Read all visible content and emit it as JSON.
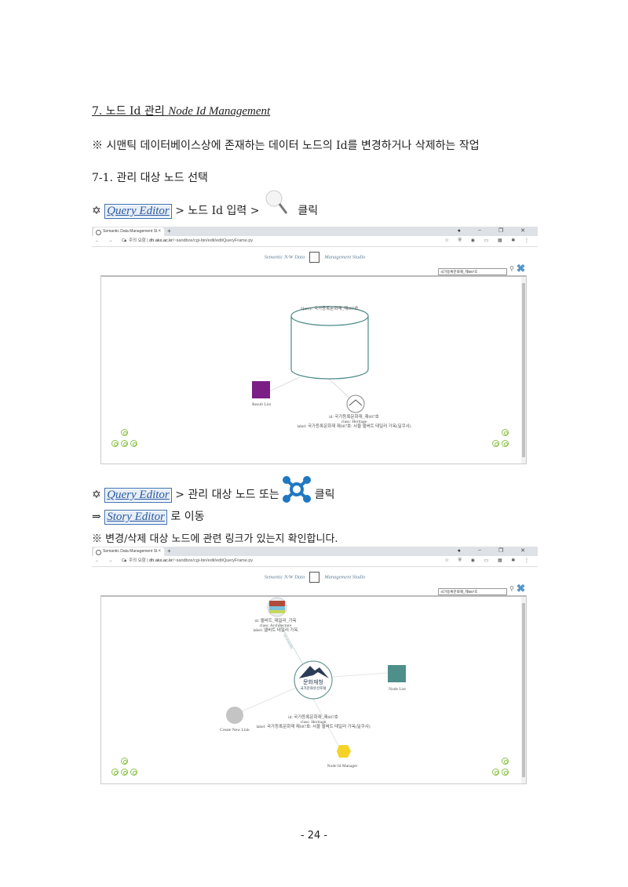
{
  "section": {
    "number_title": "7. 노드 Id 관리",
    "english_title": "Node Id Management",
    "note": "※ 시맨틱 데이터베이스상에 존재하는 데이터 노드의 Id를 변경하거나 삭제하는 작업",
    "sub_heading": "7-1. 관리 대상 노드 선택"
  },
  "step1": {
    "bullet": "✡",
    "button": "Query Editor",
    "text_a": "> 노드 Id 입력 >",
    "text_b": "클릭",
    "icon": "magnifier-icon"
  },
  "step2": {
    "bullet": "✡",
    "button": "Query Editor",
    "text_a": "> 관리 대상 노드 또는",
    "text_b": "클릭",
    "icon": "graph-network-icon"
  },
  "step3": {
    "arrow": "⇒",
    "button": "Story Editor",
    "text": "로 이동"
  },
  "note2": "※ 변경/삭제 대상 노드에 관련 링크가 있는지 확인합니다.",
  "browser": {
    "tab_title": "Semantic Data Management St",
    "tab_close": "×",
    "new_tab": "+",
    "window_controls": "● − ❐ ✕",
    "nav": "← → C",
    "security": "▲ 주의 요함 |",
    "url_host": "dh.aks.ac.kr",
    "url_path": "/~sandbox/cgi-bin/edit/editQueryFrame.py",
    "extensions": "☆ ⛨ ◉ ▭ ▦ ✱ ⋮"
  },
  "studio": {
    "title_left": "Semantic N/W Data",
    "title_right": "Management Studio",
    "search_value": "국가등록문화재_제687호"
  },
  "screen1": {
    "query_label": "Query: 국가등록문화재_제687호",
    "result_list": "Result List",
    "node_id": "id: 국가등록문화재_제687호",
    "node_class": "class: Heritage",
    "node_label": "label: 국가등록문화재 제687호: 서울 앨버트 테일러 가옥(딜쿠샤)",
    "colors": {
      "result_list": "#7b1f86",
      "cylinder": "#4c8a86"
    }
  },
  "screen2": {
    "arch_id": "id: 앨버트_테일러_가옥",
    "arch_class": "class: Architecture",
    "arch_label": "label: 앨버트 테일러 가옥",
    "center_logo_top": "문화재청",
    "center_logo_bottom": "국가문화유산포털",
    "node_list": "Node List",
    "create_new_link": "Create New Link",
    "node_id": "id: 국가등록문화재_제687호",
    "node_class": "class: Heritage",
    "node_label": "label: 국가등록문화재 제687호: 서울 앨버트 테일러 가옥(딜쿠샤)",
    "node_id_manager": "Node Id Manager",
    "edge_label": "isLocatedIn",
    "colors": {
      "node_list": "#4f8f8a",
      "create_new_link": "#c4c4c4",
      "node_id_manager": "#f5d326"
    }
  },
  "footer": {
    "page_number": "- 24 -"
  }
}
